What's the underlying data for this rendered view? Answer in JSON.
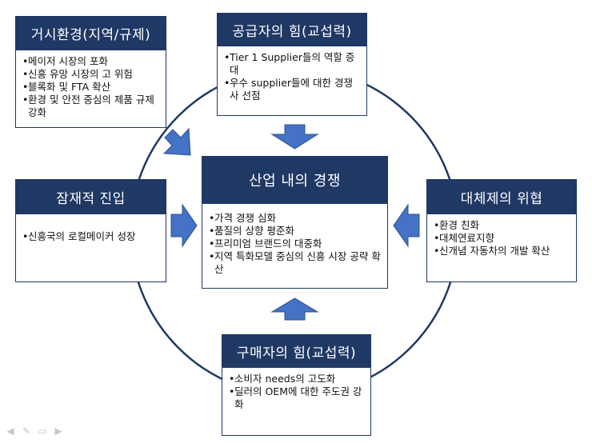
{
  "colors": {
    "header_bg": "#1f3864",
    "arrow": "#4472c4",
    "ring": "#1f3864"
  },
  "boxes": {
    "macro": {
      "title": "거시환경(지역/규제)",
      "items": [
        "메이저 시장의 포화",
        "신흥 유망 시장의 고 위험",
        "블록화 및 FTA 확산",
        "환경 및 안전 중심의 제품 규제 강화"
      ]
    },
    "supplier": {
      "title": "공급자의 힘(교섭력)",
      "items": [
        "Tier 1 Supplier들의 역할 증대",
        "우수 supplier들에 대한 경쟁사 선점"
      ]
    },
    "rivalry": {
      "title": "산업 내의 경쟁",
      "items": [
        "가격 경쟁 심화",
        "품질의 상향 평준화",
        "프리미엄 브랜드의 대중화",
        "지역 특화모델 중심의 신흥 시장 공략 확산"
      ]
    },
    "entrants": {
      "title": "잠재적 진입",
      "items": [
        "신흥국의 로컬메이커 성장"
      ]
    },
    "substitutes": {
      "title": "대체제의 위협",
      "items": [
        "환경 친화",
        "대체연료지향",
        "신개념 자동차의 개발 확산"
      ]
    },
    "buyer": {
      "title": "구매자의 힘(교섭력)",
      "items": [
        "소비자 needs의 고도화",
        "딜러의 OEM에 대한 주도권 강화"
      ]
    },
    "icons": [
      "play-icon",
      "pen-icon",
      "menu-icon",
      "navigate-icon"
    ]
  }
}
